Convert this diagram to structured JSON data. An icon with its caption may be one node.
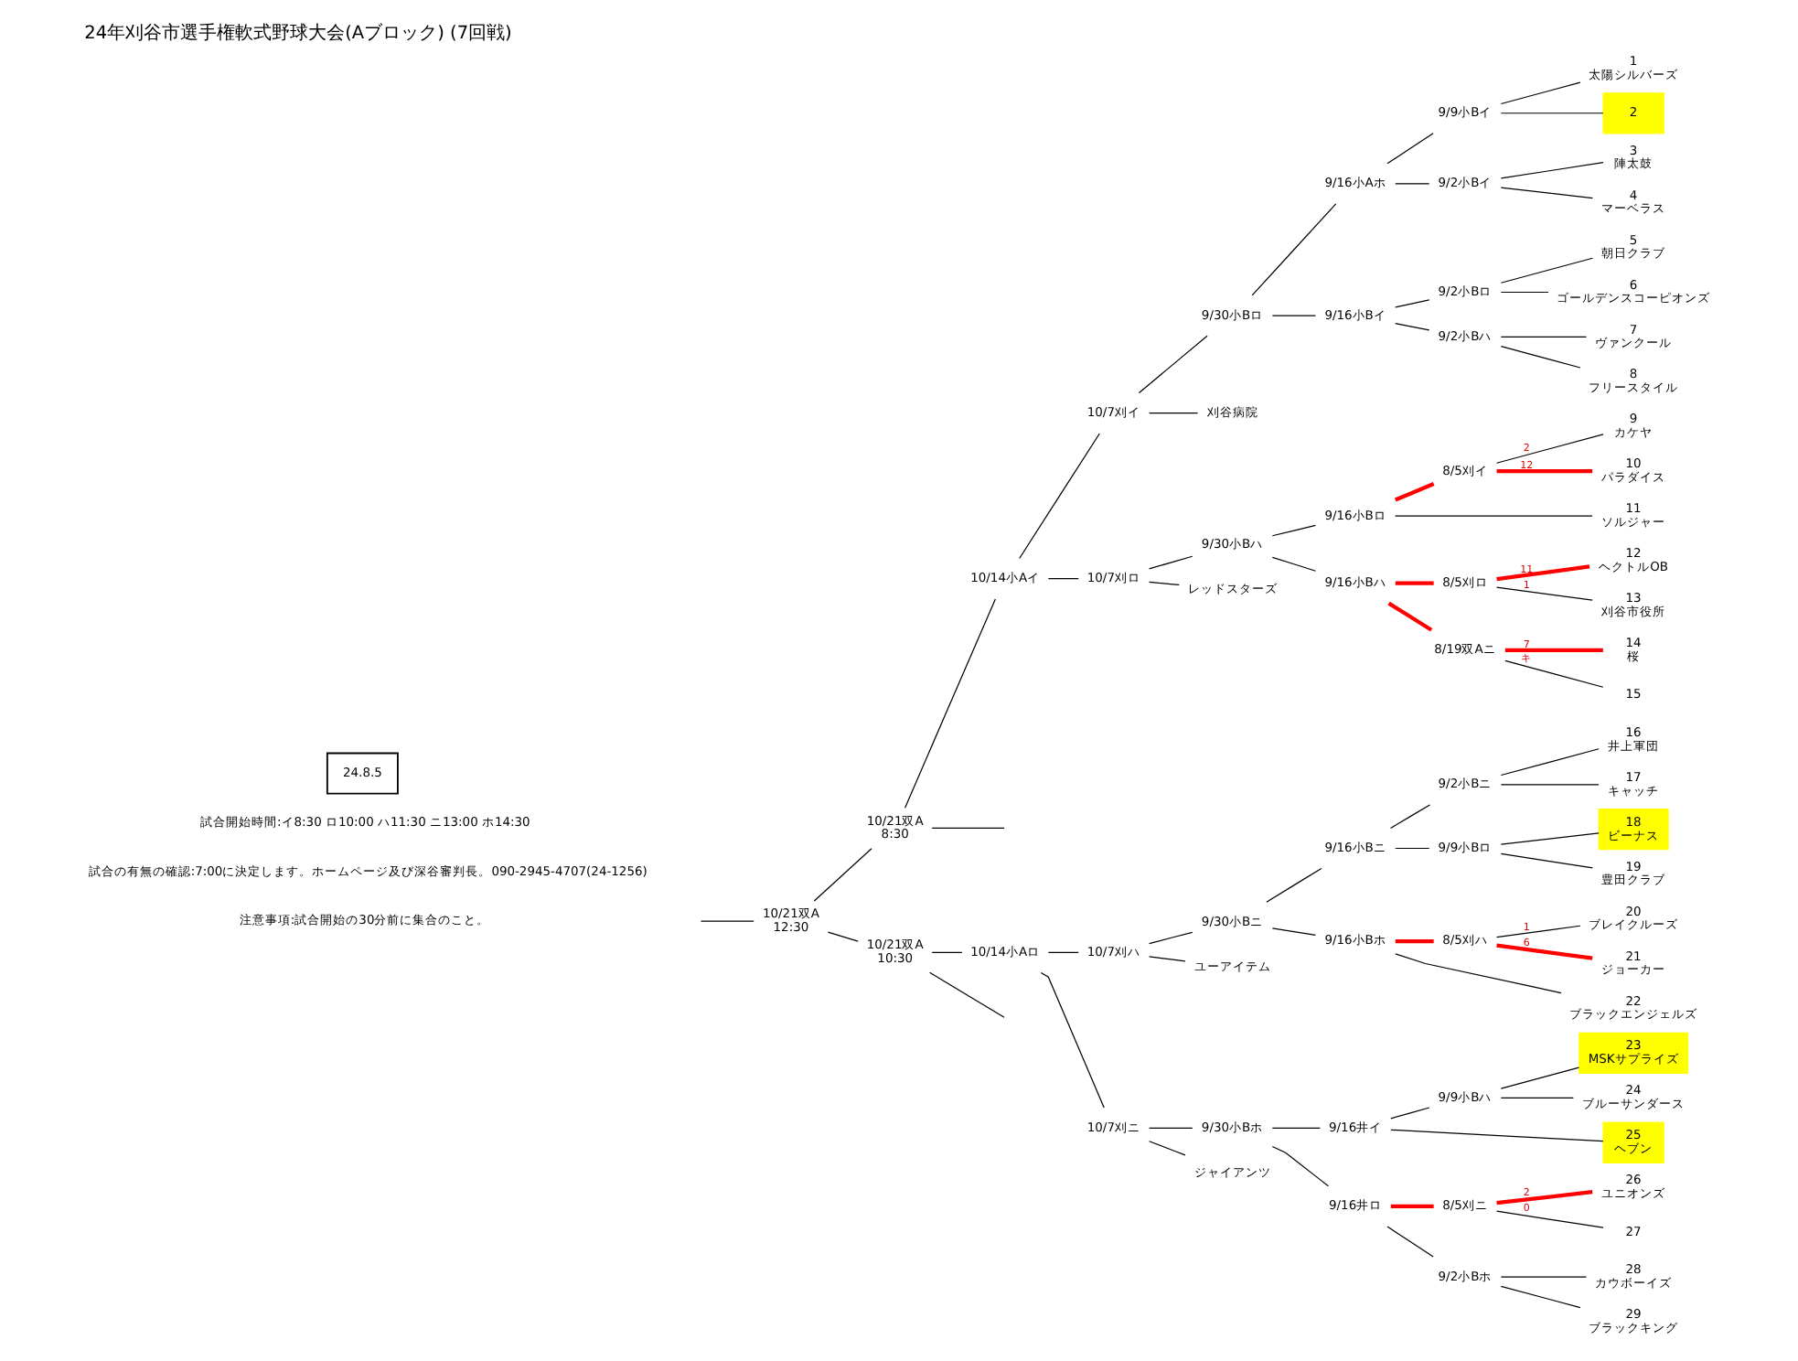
{
  "diagram": {
    "title": "24年刈谷市選手権軟式野球大会(Aブロック) (7回戦)",
    "nodes": [
      {
        "text": [
          "24.8.5"
        ]
      },
      {
        "text": [
          "10/21双A",
          "12:30"
        ]
      },
      {
        "text": [
          "10/21双A",
          "8:30"
        ]
      },
      {
        "text": [
          "10/14小Aイ"
        ]
      },
      {
        "text": [
          "10/7刈イ"
        ]
      },
      {
        "text": [
          "9/30小Bロ"
        ]
      },
      {
        "text": [
          "9/16小Aホ"
        ]
      },
      {
        "text": [
          "9/9小Bイ"
        ]
      },
      {
        "text": [
          "1",
          "太陽シルバーズ"
        ]
      },
      {
        "text": [
          "2"
        ]
      },
      {
        "text": [
          "9/2小Bイ"
        ]
      },
      {
        "text": [
          "3",
          "陣太鼓"
        ]
      },
      {
        "text": [
          "4",
          "マーベラス"
        ]
      },
      {
        "text": [
          "9/16小Bイ"
        ]
      },
      {
        "text": [
          "9/2小Bロ"
        ]
      },
      {
        "text": [
          "5",
          "朝日クラブ"
        ]
      },
      {
        "text": [
          "6",
          "ゴールデンスコーピオンズ"
        ]
      },
      {
        "text": [
          "9/2小Bハ"
        ]
      },
      {
        "text": [
          "7",
          "ヴァンクール"
        ]
      },
      {
        "text": [
          "8",
          "フリースタイル"
        ]
      },
      {
        "text": [
          "刈谷病院"
        ]
      },
      {
        "text": [
          "10/7刈ロ"
        ]
      },
      {
        "text": [
          "9/30小Bハ"
        ]
      },
      {
        "text": [
          "9/16小Bロ"
        ]
      },
      {
        "text": [
          "8/5刈イ"
        ]
      },
      {
        "text": [
          "9",
          "カケヤ"
        ]
      },
      {
        "text": [
          "10",
          "パラダイス"
        ]
      },
      {
        "text": [
          "11",
          "ソルジャー"
        ]
      },
      {
        "text": [
          "9/16小Bハ"
        ]
      },
      {
        "text": [
          "8/5刈ロ"
        ]
      },
      {
        "text": [
          "12",
          "ヘクトルOB"
        ]
      },
      {
        "text": [
          "13",
          "刈谷市役所"
        ]
      },
      {
        "text": [
          "8/19双Aニ"
        ]
      },
      {
        "text": [
          "14",
          "桜"
        ]
      },
      {
        "text": [
          "15"
        ]
      },
      {
        "text": [
          "レッドスターズ"
        ]
      },
      {
        "text": [
          "10/21双A",
          "10:30"
        ]
      },
      {
        "text": [
          "10/14小Aロ"
        ]
      },
      {
        "text": [
          "10/7刈ハ"
        ]
      },
      {
        "text": [
          "9/30小Bニ"
        ]
      },
      {
        "text": [
          "9/16小Bニ"
        ]
      },
      {
        "text": [
          "9/2小Bニ"
        ]
      },
      {
        "text": [
          "16",
          "井上軍団"
        ]
      },
      {
        "text": [
          "17",
          "キャッチ"
        ]
      },
      {
        "text": [
          "9/9小Bロ"
        ]
      },
      {
        "text": [
          "18",
          "ビーナス"
        ]
      },
      {
        "text": [
          "19",
          "豊田クラブ"
        ]
      },
      {
        "text": [
          "9/16小Bホ"
        ]
      },
      {
        "text": [
          "8/5刈ハ"
        ]
      },
      {
        "text": [
          "20",
          "ブレイクルーズ"
        ]
      },
      {
        "text": [
          "21",
          "ジョーカー"
        ]
      },
      {
        "text": [
          "22",
          "ブラックエンジェルズ"
        ]
      },
      {
        "text": [
          "ユーアイテム"
        ]
      },
      {
        "text": [
          "10/7刈ニ"
        ]
      },
      {
        "text": [
          "9/30小Bホ"
        ]
      },
      {
        "text": [
          "9/16井イ"
        ]
      },
      {
        "text": [
          "9/9小Bハ"
        ]
      },
      {
        "text": [
          "23",
          "MSKサプライズ"
        ]
      },
      {
        "text": [
          "24",
          "ブルーサンダース"
        ]
      },
      {
        "text": [
          "25",
          "ヘブン"
        ]
      },
      {
        "text": [
          "9/16井ロ"
        ]
      },
      {
        "text": [
          "8/5刈ニ"
        ]
      },
      {
        "text": [
          "26",
          "ユニオンズ"
        ]
      },
      {
        "text": [
          "27"
        ]
      },
      {
        "text": [
          "9/2小Bホ"
        ]
      },
      {
        "text": [
          "28",
          "カウボーイズ"
        ]
      },
      {
        "text": [
          "29",
          "ブラックキング"
        ]
      },
      {
        "text": [
          "ジャイアンツ"
        ]
      }
    ],
    "edges": [
      {
        "from": null,
        "to": 1,
        "arrow": "none"
      },
      {
        "from": 1,
        "to": 2,
        "arrow": "none"
      },
      {
        "from": 1,
        "to": 36,
        "arrow": "none"
      },
      {
        "from": 2,
        "to": 3,
        "arrow": "none"
      },
      {
        "from": 2,
        "to": null,
        "arrow": "none"
      },
      {
        "from": 3,
        "to": 4,
        "arrow": "none"
      },
      {
        "from": 3,
        "to": 21,
        "arrow": "none"
      },
      {
        "from": 4,
        "to": 5,
        "arrow": "none"
      },
      {
        "from": 4,
        "to": 20,
        "arrow": "none"
      },
      {
        "from": 5,
        "to": 6,
        "arrow": "none"
      },
      {
        "from": 5,
        "to": 13,
        "arrow": "none"
      },
      {
        "from": 6,
        "to": 7,
        "arrow": "none"
      },
      {
        "from": 6,
        "to": 10,
        "arrow": "none"
      },
      {
        "from": 7,
        "to": 8,
        "arrow": "none"
      },
      {
        "from": 7,
        "to": 9,
        "arrow": "none"
      },
      {
        "from": 10,
        "to": 11,
        "arrow": "none"
      },
      {
        "from": 10,
        "to": 12,
        "arrow": "none"
      },
      {
        "from": 13,
        "to": 14,
        "arrow": "none"
      },
      {
        "from": 13,
        "to": 17,
        "arrow": "none"
      },
      {
        "from": 14,
        "to": 15,
        "arrow": "none"
      },
      {
        "from": 14,
        "to": 16,
        "arrow": "none"
      },
      {
        "from": 17,
        "to": 18,
        "arrow": "none"
      },
      {
        "from": 17,
        "to": 19,
        "arrow": "none"
      },
      {
        "from": 21,
        "to": 22,
        "arrow": "none"
      },
      {
        "from": 21,
        "to": 35,
        "arrow": "none"
      },
      {
        "from": 22,
        "to": 23,
        "arrow": "none"
      },
      {
        "from": 22,
        "to": 28,
        "arrow": "none"
      },
      {
        "from": 23,
        "to": 24,
        "arrow": "none",
        "style": "thick",
        "color": "#ff0000"
      },
      {
        "from": 23,
        "to": 27,
        "arrow": "none"
      },
      {
        "from": 24,
        "to": 25,
        "arrow": "none",
        "label": "2"
      },
      {
        "from": 24,
        "to": 26,
        "arrow": "none",
        "label": "12",
        "style": "thick",
        "color": "#ff0000"
      },
      {
        "from": 28,
        "to": 29,
        "arrow": "none",
        "style": "thick",
        "color": "#ff0000"
      },
      {
        "from": 28,
        "to": 32,
        "arrow": "none",
        "style": "thick",
        "color": "#ff0000"
      },
      {
        "from": 29,
        "to": 30,
        "arrow": "none",
        "label": "11",
        "style": "thick",
        "color": "#ff0000"
      },
      {
        "from": 29,
        "to": 31,
        "arrow": "none",
        "label": "1"
      },
      {
        "from": 32,
        "to": 33,
        "arrow": "none",
        "label": "7",
        "style": "thick",
        "color": "#ff0000"
      },
      {
        "from": 32,
        "to": 34,
        "arrow": "none",
        "label": "キ"
      },
      {
        "from": 36,
        "to": 37,
        "arrow": "none"
      },
      {
        "from": 36,
        "to": null,
        "arrow": "none"
      },
      {
        "from": 37,
        "to": 38,
        "arrow": "none"
      },
      {
        "from": 37,
        "to": 53,
        "arrow": "none"
      },
      {
        "from": 38,
        "to": 39,
        "arrow": "none"
      },
      {
        "from": 38,
        "to": 52,
        "arrow": "none"
      },
      {
        "from": 39,
        "to": 40,
        "arrow": "none"
      },
      {
        "from": 39,
        "to": 47,
        "arrow": "none"
      },
      {
        "from": 40,
        "to": 41,
        "arrow": "none"
      },
      {
        "from": 40,
        "to": 44,
        "arrow": "none"
      },
      {
        "from": 41,
        "to": 42,
        "arrow": "none"
      },
      {
        "from": 41,
        "to": 43,
        "arrow": "none"
      },
      {
        "from": 44,
        "to": 45,
        "arrow": "none"
      },
      {
        "from": 44,
        "to": 46,
        "arrow": "none"
      },
      {
        "from": 47,
        "to": 48,
        "arrow": "none",
        "style": "thick",
        "color": "#ff0000"
      },
      {
        "from": 47,
        "to": 51,
        "arrow": "none"
      },
      {
        "from": 48,
        "to": 49,
        "arrow": "none",
        "label": "1"
      },
      {
        "from": 48,
        "to": 50,
        "arrow": "none",
        "label": "6",
        "style": "thick",
        "color": "#ff0000"
      },
      {
        "from": 53,
        "to": 54,
        "arrow": "none"
      },
      {
        "from": 53,
        "to": 67,
        "arrow": "none"
      },
      {
        "from": 54,
        "to": 55,
        "arrow": "none"
      },
      {
        "from": 54,
        "to": 60,
        "arrow": "none"
      },
      {
        "from": 55,
        "to": 56,
        "arrow": "none"
      },
      {
        "from": 55,
        "to": 59,
        "arrow": "none"
      },
      {
        "from": 56,
        "to": 57,
        "arrow": "none"
      },
      {
        "from": 56,
        "to": 58,
        "arrow": "none"
      },
      {
        "from": 60,
        "to": 61,
        "arrow": "none",
        "style": "thick",
        "color": "#ff0000"
      },
      {
        "from": 60,
        "to": 64,
        "arrow": "none"
      },
      {
        "from": 61,
        "to": 62,
        "arrow": "none",
        "label": "2",
        "style": "thick",
        "color": "#ff0000"
      },
      {
        "from": 61,
        "to": 63,
        "arrow": "none",
        "label": "0"
      },
      {
        "from": 64,
        "to": 65,
        "arrow": "none"
      },
      {
        "from": 64,
        "to": 66,
        "arrow": "none"
      }
    ],
    "labels": [
      "試合開始時間:イ8:30 ロ10:00 ハ11:30 ニ13:00 ホ14:30",
      "試合の有無の確認:7:00に決定します。ホームページ及び深谷審判長。090-2945-4707(24-1256)",
      "注意事項:試合開始の30分前に集合のこと。"
    ]
  }
}
